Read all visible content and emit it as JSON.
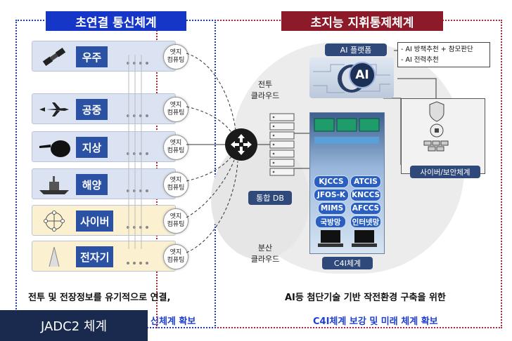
{
  "left_title": "초연결 통신체계",
  "right_title": "초지능 지휘통제체계",
  "rows": [
    {
      "label": "우주",
      "edge": "엣지\n컴퓨팅",
      "icon": "satellite-icon"
    },
    {
      "label": "공중",
      "edge": "엣지\n컴퓨팅",
      "icon": "aircraft-icon"
    },
    {
      "label": "지상",
      "edge": "엣지\n컴퓨팅",
      "icon": "soldier-icon"
    },
    {
      "label": "해양",
      "edge": "엣지\n컴퓨팅",
      "icon": "ship-icon"
    },
    {
      "label": "사이버",
      "edge": "엣지\n컴퓨팅",
      "icon": "network-icon"
    },
    {
      "label": "전자기",
      "edge": "엣지\n컴퓨팅",
      "icon": "antenna-icon"
    }
  ],
  "router_icon": "router-icon",
  "tactical_cloud": "전투\n클라우드",
  "integrated_db": "통합 DB",
  "distributed_cloud": "분산\n클라우드",
  "ai_platform": "AI 플랫폼",
  "ai_badge": "AI",
  "ai_notes": [
    "- AI 방책추천 + 참모판단",
    "- AI 전력추천"
  ],
  "systems": [
    "KJCCS",
    "ATCIS",
    "JFOS-K",
    "KNCCS",
    "MIMS",
    "AFCCS",
    "국방망",
    "인터넷망"
  ],
  "c4i_label": "C4I체계",
  "cyber_label": "사이버/보안체계",
  "left_caption_line1": "전투 및 전장정보를 유기적으로 연결,",
  "left_caption_line2": "신체계 확보",
  "right_caption_line1": "AI등  첨단기술 기반 작전환경 구축을 위한",
  "right_caption_line2": "C4I체계 보강 및 미래 체계 확보",
  "footer_badge": "JADC2  체계"
}
